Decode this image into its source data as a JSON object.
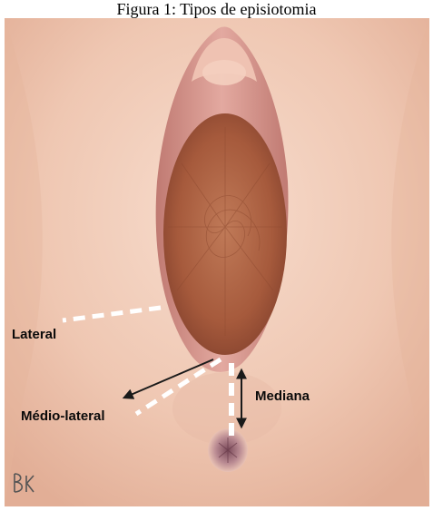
{
  "figure": {
    "caption": "Figura 1: Tipos de episiotomia",
    "labels": {
      "lateral": "Lateral",
      "medio_lateral": "Médio-lateral",
      "mediana": "Mediana"
    },
    "signature": "BK"
  },
  "colors": {
    "skin": "#f1cdbb",
    "head": "#a65a3c",
    "dashed_line": "#ffffff",
    "arrow": "#1a1a1a"
  }
}
